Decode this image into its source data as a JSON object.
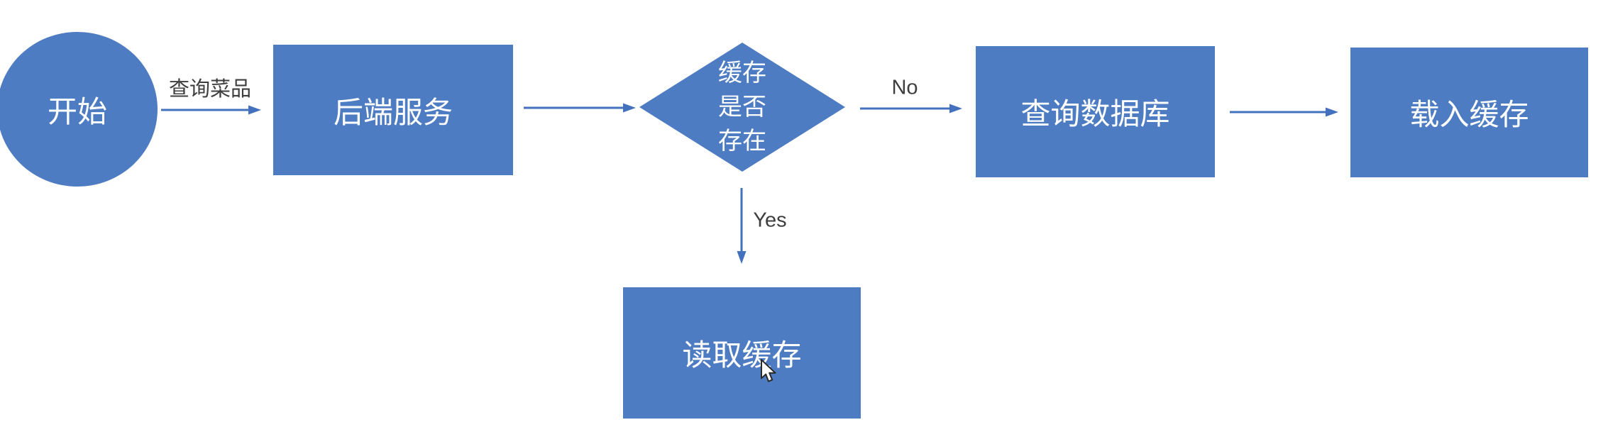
{
  "diagram": {
    "type": "flowchart",
    "colors": {
      "background": "#ffffff",
      "shape_fill": "#4d7cc2",
      "arrow_stroke": "#4371be",
      "edge_label_text": "#3e3e3e",
      "node_text": "#ffffff"
    },
    "nodes": {
      "start": {
        "shape": "ellipse",
        "label": "开始"
      },
      "backend": {
        "shape": "rectangle",
        "label": "后端服务"
      },
      "cache_check": {
        "shape": "diamond",
        "label": "缓存是否存在",
        "label_lines": [
          "缓存",
          "是否",
          "存在"
        ]
      },
      "query_db": {
        "shape": "rectangle",
        "label": "查询数据库"
      },
      "load_cache": {
        "shape": "rectangle",
        "label": "载入缓存"
      },
      "read_cache": {
        "shape": "rectangle",
        "label": "读取缓存"
      }
    },
    "edges": {
      "start_to_backend": {
        "from": "start",
        "to": "backend",
        "label": "查询菜品"
      },
      "backend_to_cache_check": {
        "from": "backend",
        "to": "cache_check",
        "label": ""
      },
      "cache_check_no": {
        "from": "cache_check",
        "to": "query_db",
        "label": "No"
      },
      "query_db_to_load_cache": {
        "from": "query_db",
        "to": "load_cache",
        "label": ""
      },
      "cache_check_yes": {
        "from": "cache_check",
        "to": "read_cache",
        "label": "Yes"
      }
    },
    "cursor": {
      "shape": "arrow-pointer",
      "over": "read_cache"
    }
  }
}
